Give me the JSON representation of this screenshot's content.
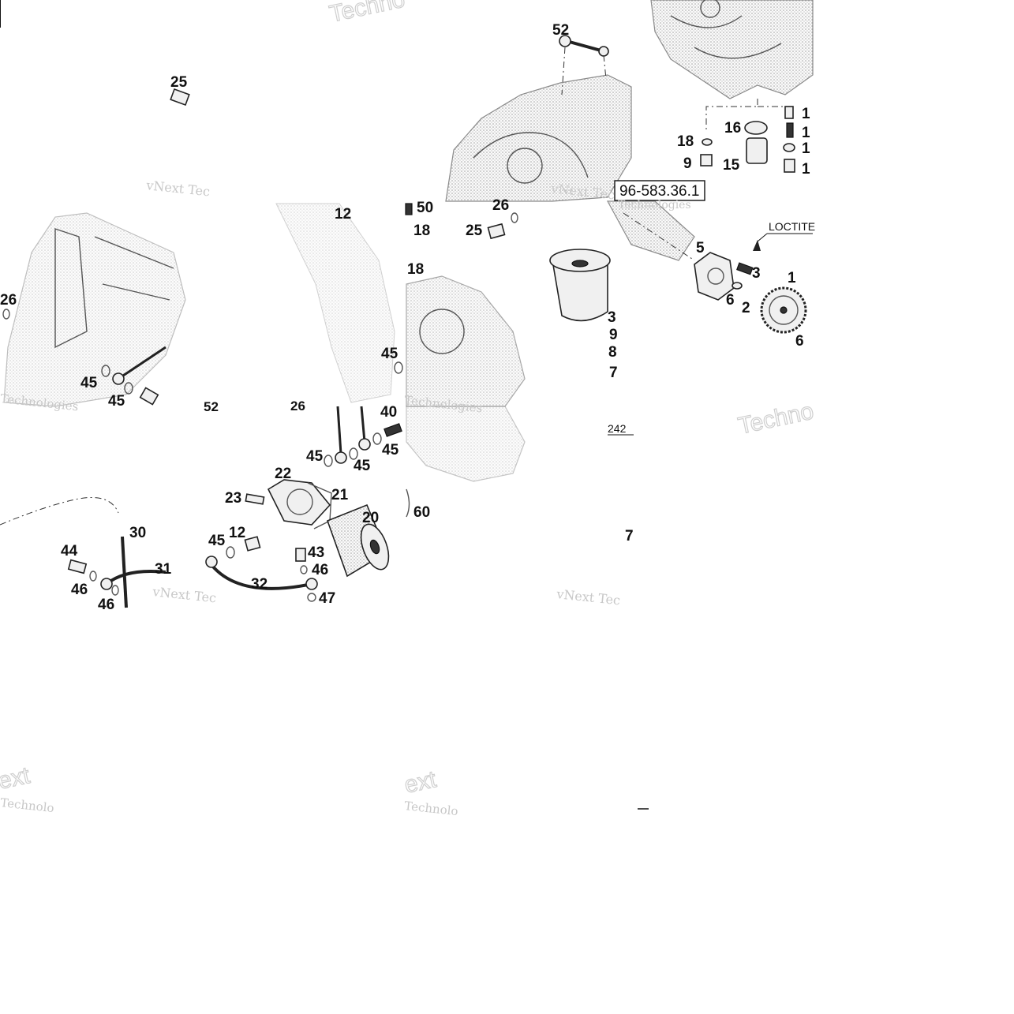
{
  "callouts": {
    "c25a": "25",
    "c52": "52",
    "c16": "16",
    "c18a": "18",
    "c9a": "9",
    "c15": "15",
    "c1a": "1",
    "c1b": "1",
    "c1c": "1",
    "c1d": "1",
    "c12a": "12",
    "c50": "50",
    "c18b": "18",
    "c18c": "18",
    "c25b": "25",
    "c26a": "26",
    "c5": "5",
    "c3a": "3",
    "c1e": "1",
    "c6a": "6",
    "c2": "2",
    "c6b": "6",
    "c26b": "26",
    "c45a": "45",
    "c45b": "45",
    "c45c": "45",
    "c3b": "3",
    "c9b": "9",
    "c8": "8",
    "c7a": "7",
    "c52b": "52",
    "c26c": "26",
    "c40": "40",
    "c45d": "45",
    "c45e": "45",
    "c45f": "45",
    "c22": "22",
    "c23": "23",
    "c21": "21",
    "c20": "20",
    "c60": "60",
    "c30": "30",
    "c12b": "12",
    "c45g": "45",
    "c43": "43",
    "c31": "31",
    "c44": "44",
    "c46a": "46",
    "c46b": "46",
    "c46c": "46",
    "c32": "32",
    "c47": "47",
    "c7b": "7"
  },
  "labels": {
    "ref_number": "96-583.36.1",
    "loctite": "LOCTITE",
    "page_ref": "242"
  },
  "watermarks": {
    "vnext": "vNext Tec",
    "technologies": "Technologies",
    "techno": "Techno",
    "ext": "ext",
    "technolo": "Technolo"
  },
  "colors": {
    "ink": "#111111",
    "stipple": "#8a8a8a",
    "watermark": "#c8c8c8"
  }
}
